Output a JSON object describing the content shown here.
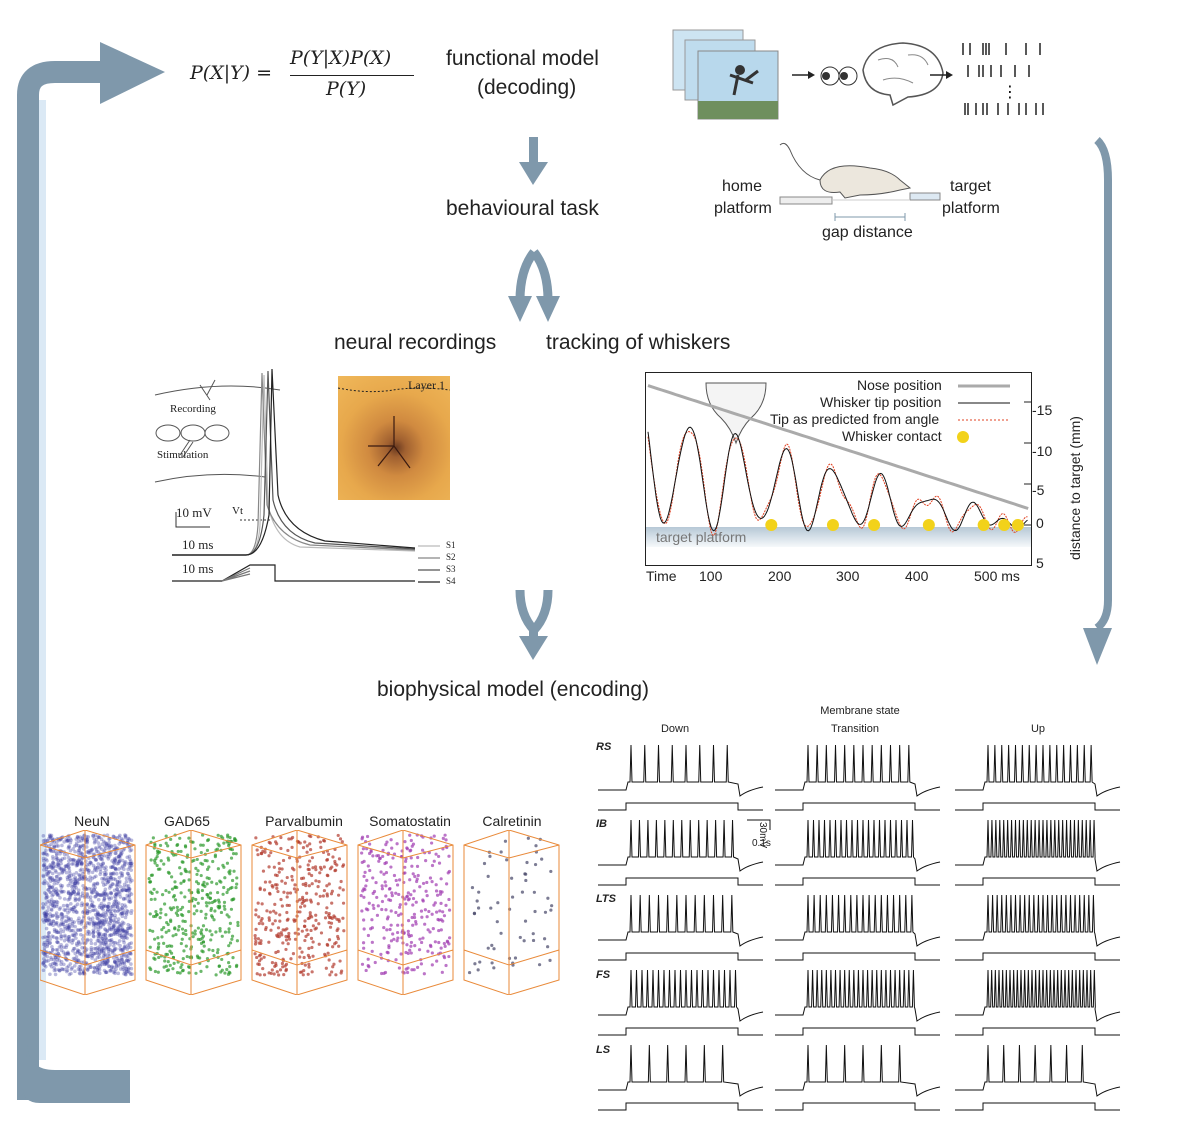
{
  "formula": {
    "lhs": "P(X|Y) =",
    "numerator": "P(Y|X)P(X)",
    "denominator": "P(Y)"
  },
  "steps": {
    "functional_model": "functional model",
    "decoding": "(decoding)",
    "behavioural_task": "behavioural task",
    "neural_recordings": "neural recordings",
    "tracking_whiskers": "tracking of whiskers",
    "biophysical_model": "biophysical model (encoding)"
  },
  "decoding_panel": {
    "spikes_ellipsis": "⋮"
  },
  "task_panel": {
    "home": "home",
    "home2": "platform",
    "target": "target",
    "target2": "platform",
    "gap": "gap distance"
  },
  "recording_panel": {
    "recording": "Recording",
    "stimulation": "Stimulation",
    "layer": "Layer 1",
    "scale_mv": "10 mV",
    "vt": "Vt",
    "scale_ms1": "10 ms",
    "scale_ms2": "10 ms",
    "legend": [
      "S1",
      "S2",
      "S3",
      "S4"
    ]
  },
  "whisker_chart": {
    "legend": [
      "Nose position",
      "Whisker tip position",
      "Tip as predicted from angle",
      "Whisker contact"
    ],
    "platform_label": "target platform",
    "xticks": [
      "Time",
      "100",
      "200",
      "300",
      "400",
      "500 ms"
    ],
    "yticks": [
      "-15",
      "-10",
      "-5",
      "0",
      "5"
    ],
    "ylabel": "distance to target  (mm)",
    "colors": {
      "nose": "#aaaaaa",
      "tip": "#111111",
      "pred": "#e04020",
      "contact": "#f2d21a"
    }
  },
  "membrane_panel": {
    "title": "Membrane state",
    "columns": [
      "Down",
      "Transition",
      "Up"
    ],
    "rows": [
      "RS",
      "IB",
      "LTS",
      "FS",
      "LS"
    ],
    "scale_mv": "30mV",
    "scale_s": "0.1s"
  },
  "cell_types": {
    "labels": [
      "NeuN",
      "GAD65",
      "Parvalbumin",
      "Somatostatin",
      "Calretinin"
    ],
    "colors": [
      "#3a3aa0",
      "#2e9a2e",
      "#b23a2e",
      "#a03ab0",
      "#444466"
    ]
  },
  "colors": {
    "arrow": "#7f98ab",
    "loop_light": "#dbe9f5",
    "box_edge": "#e98a3a"
  }
}
